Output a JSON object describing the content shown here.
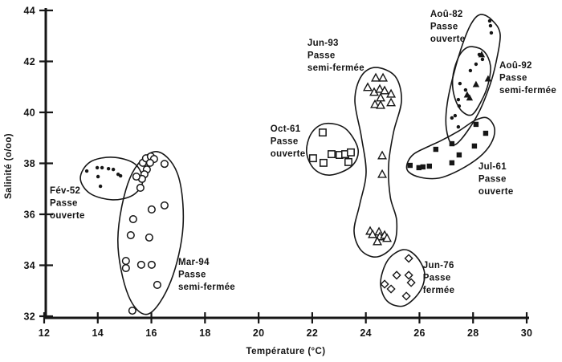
{
  "page": {
    "background": "#ffffff",
    "ink": "#161616"
  },
  "chart_data": {
    "type": "scatter",
    "title": "",
    "xlabel": "Température  (°C)",
    "ylabel": "Salinité  (o/oo)",
    "xlim": [
      12,
      30
    ],
    "ylim": [
      32,
      44
    ],
    "xticks": [
      12,
      14,
      16,
      18,
      20,
      22,
      24,
      26,
      28,
      30
    ],
    "yticks": [
      32,
      34,
      36,
      38,
      40,
      42,
      44
    ],
    "grid": false,
    "legend_position": "none",
    "series": [
      {
        "id": "fev-52",
        "name": "Fév-52",
        "passe": "Passe ouverte",
        "label_lines": [
          "Fév-52",
          "Passe",
          "ouverte"
        ],
        "marker": "dot",
        "label_anchor": [
          12.21,
          36.82
        ],
        "points": [
          [
            13.59,
            37.7
          ],
          [
            13.98,
            37.83
          ],
          [
            14.16,
            37.83
          ],
          [
            14.4,
            37.79
          ],
          [
            14.58,
            37.76
          ],
          [
            14.76,
            37.57
          ],
          [
            14.85,
            37.51
          ],
          [
            14.01,
            37.48
          ],
          [
            14.1,
            37.1
          ]
        ],
        "outline": [
          [
            15.68,
            37.32
          ],
          [
            15.38,
            37.98
          ],
          [
            14.55,
            38.24
          ],
          [
            13.71,
            38.05
          ],
          [
            13.35,
            37.42
          ],
          [
            13.71,
            36.82
          ],
          [
            14.55,
            36.57
          ],
          [
            15.32,
            36.76
          ]
        ]
      },
      {
        "id": "mar-94",
        "name": "Mar-94",
        "passe": "Passe semi-fermée",
        "label_lines": [
          "Mar-94",
          "Passe",
          "semi-fermée"
        ],
        "marker": "circle-open",
        "label_anchor": [
          17.0,
          34.02
        ],
        "points": [
          [
            15.68,
            38.02
          ],
          [
            15.8,
            38.2
          ],
          [
            15.98,
            38.27
          ],
          [
            16.1,
            38.17
          ],
          [
            15.95,
            38.02
          ],
          [
            15.83,
            37.76
          ],
          [
            15.74,
            37.57
          ],
          [
            15.65,
            37.39
          ],
          [
            15.44,
            37.48
          ],
          [
            16.49,
            37.98
          ],
          [
            15.59,
            37.04
          ],
          [
            16.01,
            36.19
          ],
          [
            16.49,
            36.35
          ],
          [
            15.32,
            35.81
          ],
          [
            15.23,
            35.18
          ],
          [
            15.92,
            35.09
          ],
          [
            15.05,
            34.17
          ],
          [
            15.05,
            33.89
          ],
          [
            15.62,
            34.02
          ],
          [
            16.01,
            34.02
          ],
          [
            16.22,
            33.23
          ],
          [
            15.29,
            32.22
          ]
        ],
        "outline": [
          [
            16.13,
            38.46
          ],
          [
            16.97,
            37.61
          ],
          [
            17.18,
            35.53
          ],
          [
            16.73,
            33.39
          ],
          [
            15.89,
            32.09
          ],
          [
            15.14,
            32.82
          ],
          [
            14.75,
            35.02
          ],
          [
            15.2,
            37.42
          ]
        ]
      },
      {
        "id": "oct-61",
        "name": "Oct-61",
        "passe": "Passe ouverte",
        "label_lines": [
          "Oct-61",
          "Passe",
          "ouverte"
        ],
        "marker": "square-open",
        "label_anchor": [
          20.44,
          39.24
        ],
        "points": [
          [
            22.39,
            39.21
          ],
          [
            22.03,
            38.2
          ],
          [
            22.42,
            38.02
          ],
          [
            22.72,
            38.36
          ],
          [
            23.02,
            38.33
          ],
          [
            23.23,
            38.36
          ],
          [
            23.44,
            38.43
          ],
          [
            23.35,
            38.05
          ]
        ],
        "outline": [
          [
            22.48,
            39.56
          ],
          [
            23.23,
            39.37
          ],
          [
            23.71,
            38.55
          ],
          [
            23.47,
            37.89
          ],
          [
            22.69,
            37.54
          ],
          [
            22.09,
            37.76
          ],
          [
            21.79,
            38.43
          ],
          [
            21.97,
            39.18
          ]
        ]
      },
      {
        "id": "jun-93",
        "name": "Jun-93",
        "passe": "Passe semi-fermée",
        "label_lines": [
          "Jun-93",
          "Passe",
          "semi-fermée"
        ],
        "marker": "triangle-open",
        "label_anchor": [
          21.82,
          42.61
        ],
        "points": [
          [
            24.37,
            41.35
          ],
          [
            24.64,
            41.35
          ],
          [
            24.07,
            40.98
          ],
          [
            24.31,
            40.79
          ],
          [
            24.52,
            40.91
          ],
          [
            24.7,
            40.85
          ],
          [
            24.94,
            40.72
          ],
          [
            24.55,
            40.57
          ],
          [
            24.34,
            40.31
          ],
          [
            24.55,
            40.28
          ],
          [
            24.94,
            40.38
          ],
          [
            24.61,
            38.3
          ],
          [
            24.61,
            37.57
          ],
          [
            24.16,
            35.34
          ],
          [
            24.25,
            35.21
          ],
          [
            24.49,
            35.31
          ],
          [
            24.52,
            35.12
          ],
          [
            24.7,
            35.18
          ],
          [
            24.79,
            35.06
          ],
          [
            24.43,
            34.93
          ]
        ],
        "outline": [
          [
            24.37,
            41.76
          ],
          [
            25.09,
            41.42
          ],
          [
            25.33,
            40.47
          ],
          [
            25.03,
            39.21
          ],
          [
            24.85,
            37.95
          ],
          [
            24.91,
            36.69
          ],
          [
            25.15,
            35.75
          ],
          [
            25.03,
            34.8
          ],
          [
            24.43,
            34.33
          ],
          [
            23.83,
            34.58
          ],
          [
            23.56,
            35.34
          ],
          [
            23.77,
            36.38
          ],
          [
            24.01,
            37.64
          ],
          [
            23.83,
            39.06
          ],
          [
            23.59,
            40.47
          ],
          [
            23.83,
            41.42
          ]
        ]
      },
      {
        "id": "jun-76",
        "name": "Jun-76",
        "passe": "Passe fermée",
        "label_lines": [
          "Jun-76",
          "Passe",
          "fermée"
        ],
        "marker": "diamond-open",
        "label_anchor": [
          26.13,
          33.89
        ],
        "points": [
          [
            25.6,
            34.27
          ],
          [
            25.15,
            33.61
          ],
          [
            25.6,
            33.61
          ],
          [
            25.69,
            33.32
          ],
          [
            24.7,
            33.26
          ],
          [
            24.94,
            33.07
          ],
          [
            25.51,
            32.79
          ]
        ],
        "outline": [
          [
            25.39,
            34.61
          ],
          [
            25.87,
            34.36
          ],
          [
            26.19,
            33.7
          ],
          [
            26.02,
            32.98
          ],
          [
            25.42,
            32.41
          ],
          [
            24.79,
            32.6
          ],
          [
            24.55,
            33.32
          ],
          [
            24.82,
            34.2
          ]
        ]
      },
      {
        "id": "jul-61",
        "name": "Jul-61",
        "passe": "Passe ouverte",
        "label_lines": [
          "Jul-61",
          "Passe",
          "ouverte"
        ],
        "marker": "square-filled",
        "label_anchor": [
          28.2,
          37.76
        ],
        "points": [
          [
            25.65,
            37.92
          ],
          [
            25.98,
            37.83
          ],
          [
            26.13,
            37.86
          ],
          [
            26.37,
            37.89
          ],
          [
            26.61,
            38.55
          ],
          [
            27.21,
            38.77
          ],
          [
            27.21,
            38.02
          ],
          [
            27.48,
            38.33
          ],
          [
            28.05,
            38.68
          ],
          [
            28.11,
            39.53
          ],
          [
            28.47,
            39.18
          ]
        ],
        "outline": [
          [
            25.54,
            37.98
          ],
          [
            25.78,
            38.36
          ],
          [
            26.31,
            38.65
          ],
          [
            26.82,
            38.9
          ],
          [
            27.48,
            39.28
          ],
          [
            28.08,
            39.69
          ],
          [
            28.53,
            39.78
          ],
          [
            28.8,
            39.37
          ],
          [
            28.68,
            38.8
          ],
          [
            28.23,
            38.24
          ],
          [
            27.48,
            37.73
          ],
          [
            26.73,
            37.42
          ],
          [
            26.04,
            37.45
          ],
          [
            25.59,
            37.67
          ]
        ]
      },
      {
        "id": "aou-82",
        "name": "Aoû-82",
        "passe": "Passe ouverte",
        "label_lines": [
          "Aoû-82",
          "Passe",
          "ouverte"
        ],
        "marker": "dot",
        "label_anchor": [
          26.4,
          43.75
        ],
        "points": [
          [
            28.62,
            43.59
          ],
          [
            28.65,
            43.4
          ],
          [
            28.68,
            43.12
          ],
          [
            28.23,
            42.27
          ],
          [
            28.35,
            42.08
          ],
          [
            28.11,
            41.89
          ],
          [
            27.9,
            41.64
          ],
          [
            27.51,
            41.13
          ],
          [
            27.72,
            40.88
          ],
          [
            27.45,
            40.5
          ],
          [
            27.48,
            40.25
          ],
          [
            27.33,
            39.87
          ],
          [
            27.21,
            39.78
          ],
          [
            27.45,
            39.43
          ]
        ],
        "outline": [
          [
            28.29,
            43.84
          ],
          [
            28.71,
            43.62
          ],
          [
            29.01,
            43.06
          ],
          [
            28.86,
            41.98
          ],
          [
            28.62,
            41.04
          ],
          [
            28.17,
            39.91
          ],
          [
            27.57,
            38.96
          ],
          [
            27.21,
            38.74
          ],
          [
            27.0,
            39.37
          ],
          [
            27.03,
            40.31
          ],
          [
            27.27,
            41.48
          ],
          [
            27.63,
            42.74
          ],
          [
            27.96,
            43.53
          ]
        ]
      },
      {
        "id": "aou-92",
        "name": "Aoû-92",
        "passe": "Passe semi-fermée",
        "label_lines": [
          "Aoû-92",
          "Passe",
          "semi-fermée"
        ],
        "marker": "triangle-filled",
        "label_anchor": [
          28.98,
          41.73
        ],
        "points": [
          [
            28.32,
            42.27
          ],
          [
            28.56,
            41.32
          ],
          [
            28.11,
            41.1
          ],
          [
            27.78,
            40.69
          ],
          [
            27.87,
            40.57
          ]
        ],
        "outline": [
          [
            27.96,
            42.58
          ],
          [
            28.41,
            42.39
          ],
          [
            28.65,
            41.83
          ],
          [
            28.56,
            41.1
          ],
          [
            28.32,
            40.47
          ],
          [
            27.96,
            39.91
          ],
          [
            27.57,
            40.06
          ],
          [
            27.3,
            40.63
          ],
          [
            27.24,
            41.35
          ],
          [
            27.42,
            42.08
          ],
          [
            27.66,
            42.46
          ]
        ]
      }
    ]
  }
}
